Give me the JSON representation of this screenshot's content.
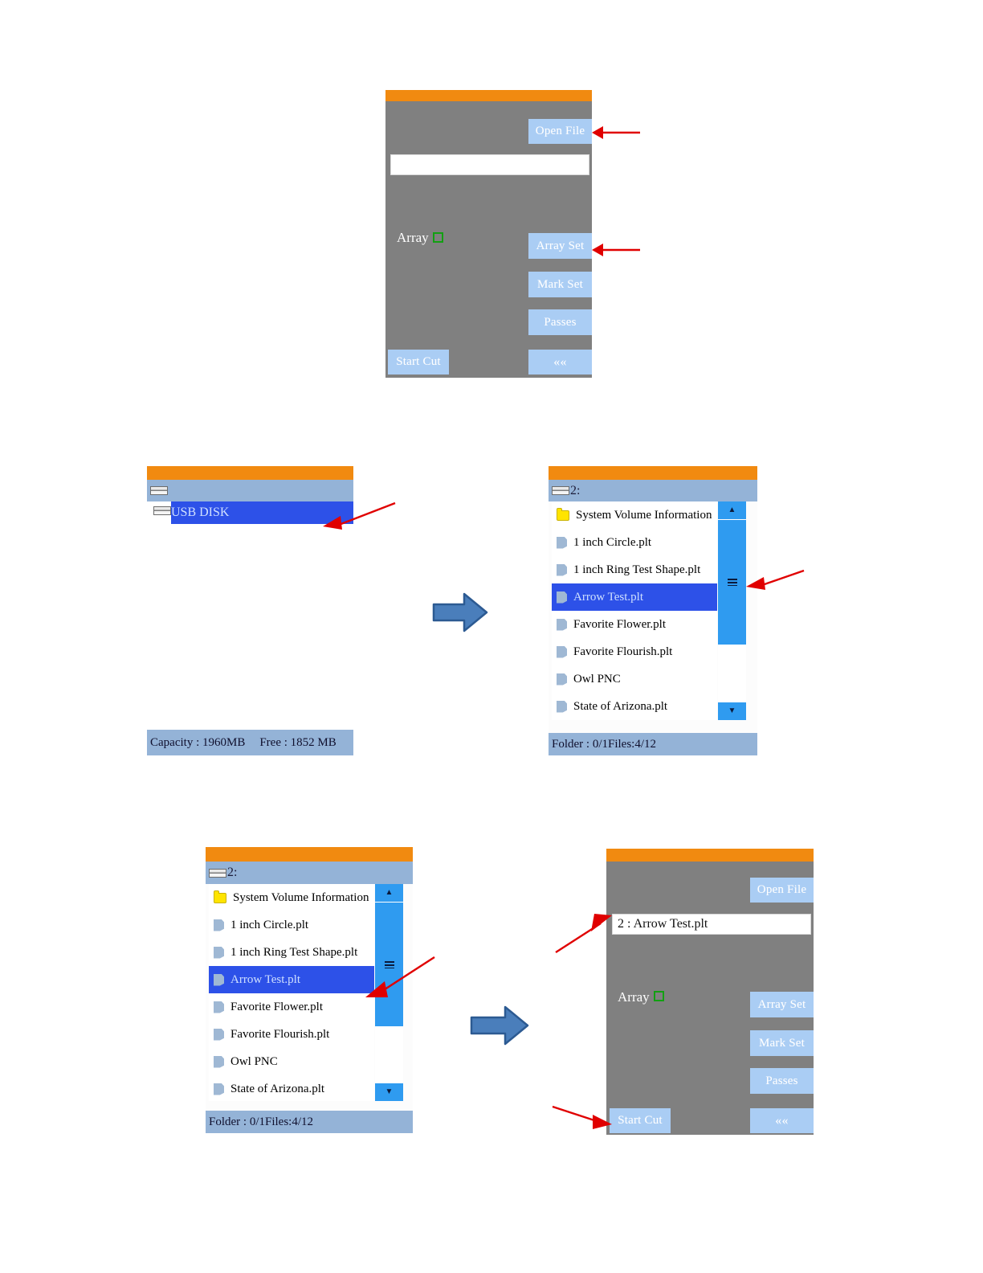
{
  "colors": {
    "orange_titlebar": "#f18a10",
    "panel_grey": "#808080",
    "button_blue": "#aacdf4",
    "header_blue": "#94b3d7",
    "selection_blue": "#2d51e8",
    "scrollbar_blue": "#2f9bf0",
    "folder_yellow": "#ffe400",
    "array_checkbox_green": "#12a012",
    "annotation_red": "#e00000",
    "flow_arrow_blue": "#4a7ebb"
  },
  "step1": {
    "name": "main-control-screen",
    "buttons": {
      "open_file": "Open File",
      "array_set": "Array Set",
      "mark_set": "Mark Set",
      "passes": "Passes",
      "start_cut": "Start Cut",
      "back": "««"
    },
    "array_label": "Array",
    "file_field_value": "",
    "annotations": [
      "open-file-arrow",
      "array-set-arrow"
    ]
  },
  "step2": {
    "name": "usb-drive-list-screen",
    "header_label": "",
    "header_icon": "drive-icon",
    "items": [
      {
        "label": "USB DISK",
        "icon": "drive-icon",
        "selected": true
      }
    ],
    "statusbar": {
      "capacity": "Capacity : 1960MB",
      "free": "Free : 1852 MB"
    },
    "annotations": [
      "usb-disk-arrow"
    ]
  },
  "step3": {
    "name": "file-list-screen",
    "header_label": "2:",
    "header_icon": "drive-icon",
    "items": [
      {
        "label": "System Volume Information",
        "icon": "folder-icon",
        "selected": false
      },
      {
        "label": "1 inch Circle.plt",
        "icon": "file-icon",
        "selected": false
      },
      {
        "label": "1 inch Ring Test Shape.plt",
        "icon": "file-icon",
        "selected": false
      },
      {
        "label": "Arrow Test.plt",
        "icon": "file-icon",
        "selected": true
      },
      {
        "label": "Favorite Flower.plt",
        "icon": "file-icon",
        "selected": false
      },
      {
        "label": "Favorite Flourish.plt",
        "icon": "file-icon",
        "selected": false
      },
      {
        "label": "Owl PNC",
        "icon": "file-icon",
        "selected": false
      },
      {
        "label": "State of Arizona.plt",
        "icon": "file-icon",
        "selected": false
      }
    ],
    "scrollbar": {
      "up_glyph": "▲",
      "down_glyph": "▼",
      "thumb": "grip-handle"
    },
    "statusbar": {
      "text": "Folder : 0/1Files:4/12"
    },
    "annotations": [
      "scrollbar-arrow"
    ]
  },
  "step4": {
    "name": "file-list-screen-selected",
    "header_label": "2:",
    "header_icon": "drive-icon",
    "items": [
      {
        "label": "System Volume Information",
        "icon": "folder-icon",
        "selected": false
      },
      {
        "label": "1 inch Circle.plt",
        "icon": "file-icon",
        "selected": false
      },
      {
        "label": "1 inch Ring Test Shape.plt",
        "icon": "file-icon",
        "selected": false
      },
      {
        "label": "Arrow Test.plt",
        "icon": "file-icon",
        "selected": true
      },
      {
        "label": "Favorite Flower.plt",
        "icon": "file-icon",
        "selected": false
      },
      {
        "label": "Favorite Flourish.plt",
        "icon": "file-icon",
        "selected": false
      },
      {
        "label": "Owl PNC",
        "icon": "file-icon",
        "selected": false
      },
      {
        "label": "State of Arizona.plt",
        "icon": "file-icon",
        "selected": false
      }
    ],
    "scrollbar": {
      "up_glyph": "▲",
      "down_glyph": "▼",
      "thumb": "grip-handle"
    },
    "statusbar": {
      "text": "Folder : 0/1Files:4/12"
    },
    "annotations": [
      "arrow-test-selection-arrow"
    ]
  },
  "step5": {
    "name": "main-control-screen-loaded",
    "buttons": {
      "open_file": "Open File",
      "array_set": "Array Set",
      "mark_set": "Mark Set",
      "passes": "Passes",
      "start_cut": "Start Cut",
      "back": "««"
    },
    "array_label": "Array",
    "file_field_value": "2 : Arrow Test.plt",
    "annotations": [
      "file-field-arrow",
      "start-cut-arrow"
    ]
  },
  "flow": {
    "arrow_1_2": "next-step-arrow",
    "arrow_3_4": "next-step-arrow"
  }
}
